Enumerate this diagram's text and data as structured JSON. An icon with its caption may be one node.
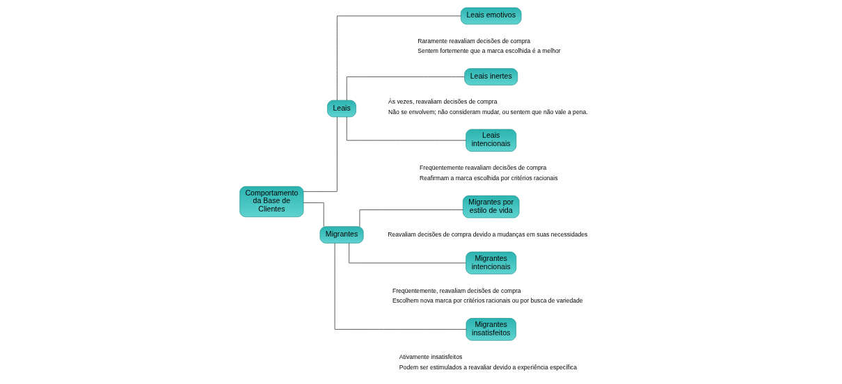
{
  "diagram": {
    "nodes": [
      {
        "text": [
          "Comportamento da Base de Clientes"
        ]
      },
      {
        "text": [
          "Leais"
        ]
      },
      {
        "text": [
          "Migrantes"
        ]
      },
      {
        "text": [
          "Leais emotivos"
        ],
        "beside": [
          "Raramente reavaliam decisões de compra",
          "Sentem fortemente que a marca escolhida é a melhor"
        ]
      },
      {
        "text": [
          "Leais inertes"
        ],
        "beside": [
          "Às vezes, reavaliam decisões de compra",
          "Não se envolvem; não consideram mudar, ou sentem que não vale a pena."
        ]
      },
      {
        "text": [
          "Leais intencionais"
        ],
        "beside": [
          "Freqüentemente reavaliam decisões de compra",
          "Reafirmam a marca escolhida por critérios racionais"
        ]
      },
      {
        "text": [
          "Migrantes por estilo de vida"
        ],
        "beside": [
          "Reavaliam decisões de compra devido a mudanças em suas necessidades"
        ]
      },
      {
        "text": [
          "Migrantes intencionais"
        ],
        "beside": [
          "Freqüentemente, reavaliam decisões de compra",
          "Escolhem nova marca por critérios racionais ou por busca de variedade"
        ]
      },
      {
        "text": [
          "Migrantes insatisfeitos"
        ],
        "beside": [
          "Ativamente insatisfeitos",
          "Podem ser estimulados a reavaliar devido a experiência específica"
        ]
      }
    ],
    "edges": [
      {
        "from": 0,
        "to": 1,
        "arrow": "none"
      },
      {
        "from": 0,
        "to": 2,
        "arrow": "none"
      },
      {
        "from": 1,
        "to": 3,
        "arrow": "none"
      },
      {
        "from": 1,
        "to": 4,
        "arrow": "none"
      },
      {
        "from": 1,
        "to": 5,
        "arrow": "none"
      },
      {
        "from": 2,
        "to": 6,
        "arrow": "none"
      },
      {
        "from": 2,
        "to": 7,
        "arrow": "none"
      },
      {
        "from": 2,
        "to": 8,
        "arrow": "none"
      }
    ]
  }
}
